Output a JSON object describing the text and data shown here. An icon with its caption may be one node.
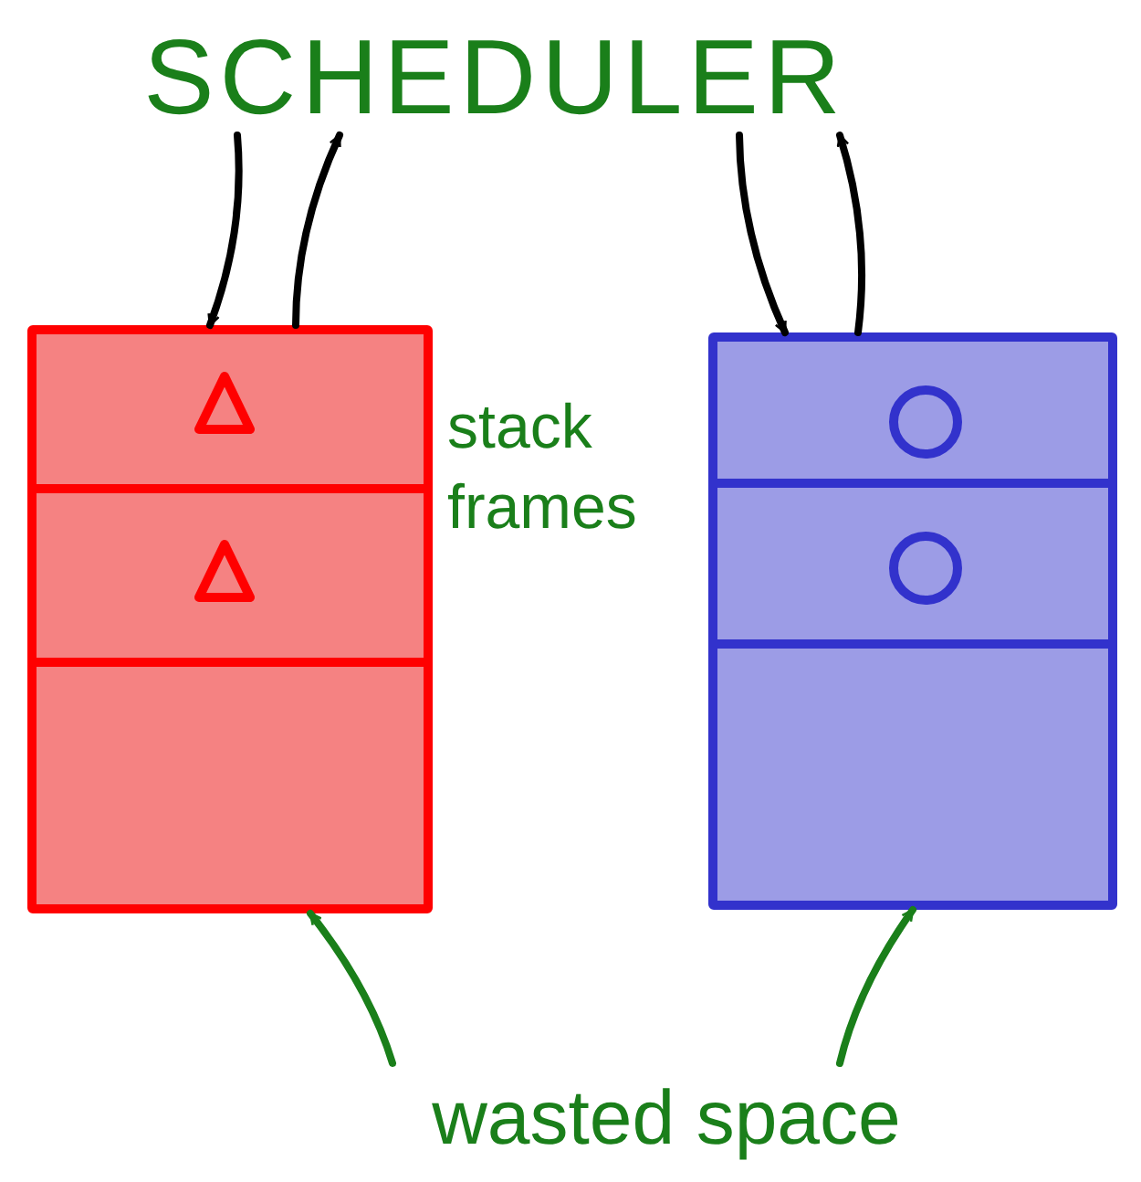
{
  "diagram": {
    "nodes": [
      {
        "text": [
          "SCHEDULER"
        ]
      },
      {
        "text": [],
        "shape": "box"
      },
      {
        "text": [],
        "shape": "box",
        "in": 1
      },
      {
        "text": [],
        "shape": "triangle",
        "in": 2
      },
      {
        "text": [],
        "shape": "box",
        "in": 1
      },
      {
        "text": [],
        "shape": "triangle",
        "in": 4
      },
      {
        "text": [],
        "shape": "box",
        "in": 1
      },
      {
        "text": [],
        "shape": "box"
      },
      {
        "text": [],
        "shape": "box",
        "in": 7
      },
      {
        "text": [],
        "shape": "circle",
        "in": 8
      },
      {
        "text": [],
        "shape": "box",
        "in": 7
      },
      {
        "text": [],
        "shape": "circle",
        "in": 10
      },
      {
        "text": [],
        "shape": "box",
        "in": 7
      },
      {
        "text": [
          "wasted space"
        ]
      }
    ],
    "edges": [
      {
        "from": 0,
        "to": 1,
        "arrow": "to"
      },
      {
        "from": 1,
        "to": 0,
        "arrow": "to"
      },
      {
        "from": 0,
        "to": 7,
        "arrow": "to"
      },
      {
        "from": 7,
        "to": 0,
        "arrow": "to"
      },
      {
        "from": 13,
        "to": 6,
        "arrow": "to",
        "color": "#1a7f1a"
      },
      {
        "from": 13,
        "to": 12,
        "arrow": "to",
        "color": "#1a7f1a"
      }
    ],
    "labels": [
      "stack frames"
    ]
  }
}
